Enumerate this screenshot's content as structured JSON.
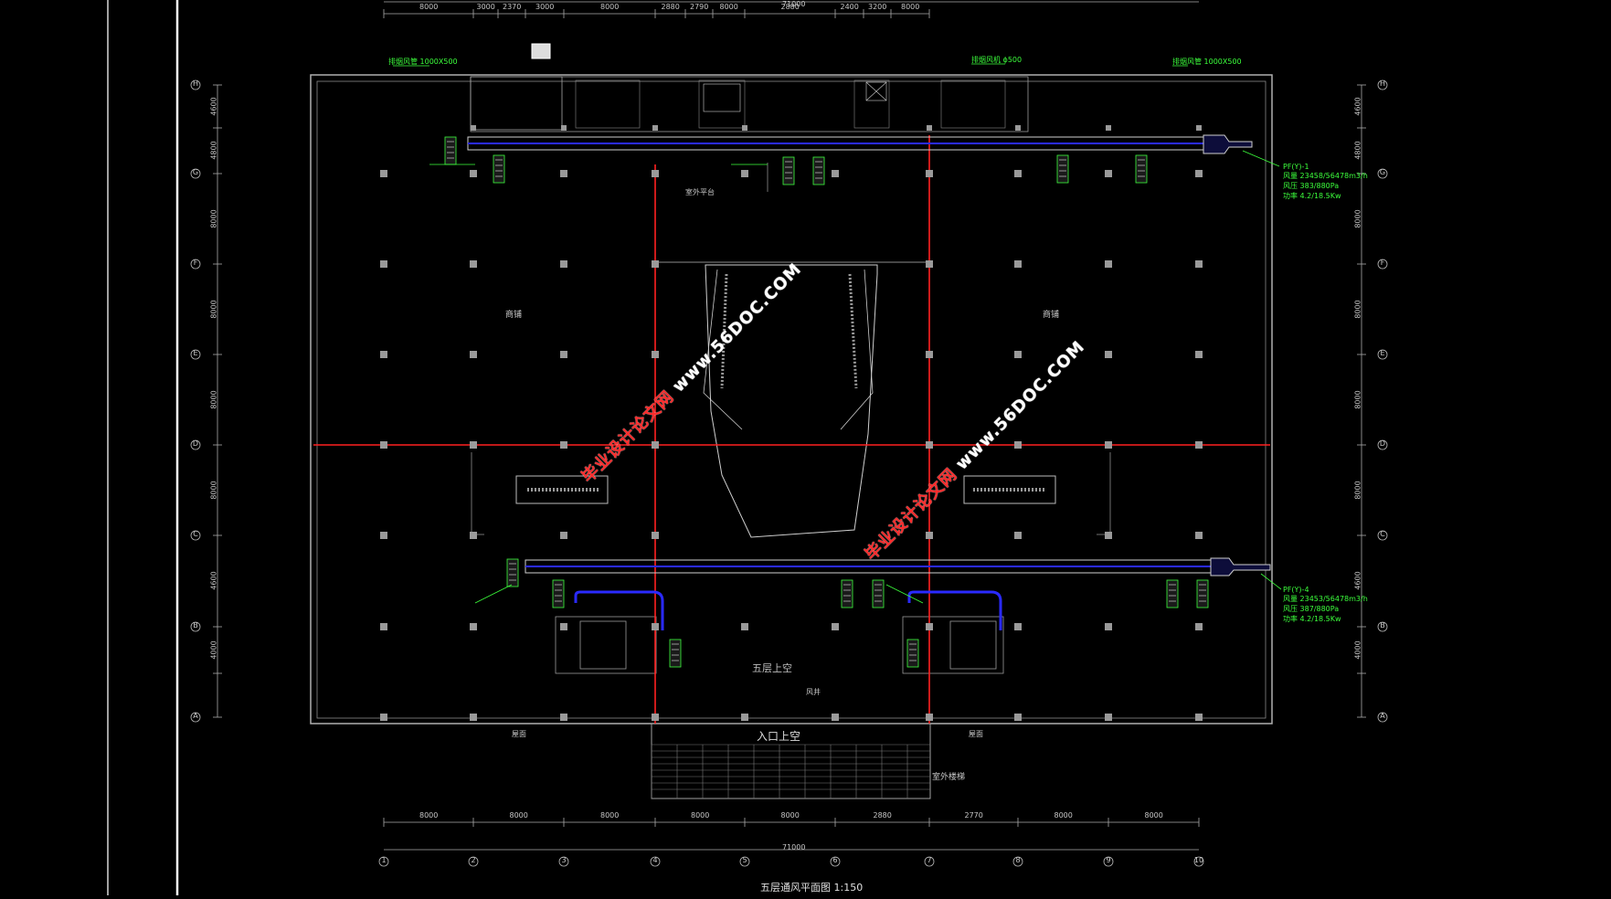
{
  "drawing": {
    "title": "五层通风平面图 1:150",
    "total_dimension": "71000",
    "col_axes": [
      "1",
      "2",
      "3",
      "4",
      "5",
      "6",
      "7",
      "8",
      "9",
      "10"
    ],
    "row_axes": [
      "H",
      "G",
      "F",
      "E",
      "D",
      "C",
      "B",
      "A"
    ],
    "top_dims": [
      "8000",
      "3000",
      "2370",
      "3000",
      "8000",
      "2880",
      "2790",
      "8000",
      "2880",
      "2400",
      "3200",
      "8000"
    ],
    "bottom_dims": [
      "8000",
      "8000",
      "8000",
      "8000",
      "8000",
      "2880",
      "2770",
      "8000",
      "8000",
      "8000"
    ],
    "side_dims_right": [
      "4600",
      "4800",
      "8000",
      "8000",
      "8000",
      "8000",
      "4600",
      "4000"
    ]
  },
  "labels": {
    "entrance_void": "入口上空",
    "fifth_floor_void": "五层上空",
    "roof_label": "屋面",
    "shop_left": "商铺",
    "shop_right": "商铺",
    "upper_area": "室外平台",
    "shaft_note": "风井",
    "lower_right_note": "室外楼梯",
    "fan_top": {
      "line1": "PF(Y)-1",
      "line2": "风量 23458/56478m3/h",
      "line3": "风压 383/880Pa",
      "line4": "功率 4.2/18.5Kw"
    },
    "fan_bottom": {
      "line1": "PF(Y)-4",
      "line2": "风量 23453/56478m3/h",
      "line3": "风压 387/880Pa",
      "line4": "功率 4.2/18.5Kw"
    },
    "duct_top_left": "排烟风管 1000X500",
    "duct_top_right": "排烟风管 1000X500",
    "duct_green_top": "排烟风机 ϕ500"
  },
  "watermarks": [
    {
      "cn": "毕业设计论文网",
      "en": "www.56DOC.COM"
    },
    {
      "cn": "毕业设计论文网",
      "en": "www.56DOC.COM"
    }
  ],
  "colors": {
    "grid_red": "#ff2020",
    "cad_grey": "#b0b0b0",
    "duct_blue": "#2a2aff",
    "green": "#3cff3c",
    "column": "#9a9a9a"
  }
}
